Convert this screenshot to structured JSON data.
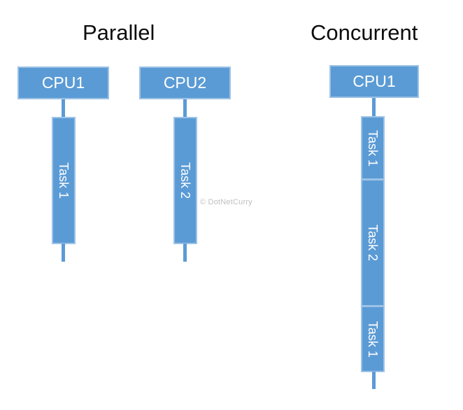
{
  "diagram": {
    "title_parallel": "Parallel",
    "title_concurrent": "Concurrent",
    "colors": {
      "fill": "#5B9BD5",
      "stroke": "#9DC3E6",
      "label": "#FFFFFF",
      "heading": "#0D0D0D",
      "watermark": "#BFBFBF",
      "background": "#FFFFFF"
    },
    "watermark": "© DotNetCurry"
  },
  "parallel": {
    "heading": "Parallel",
    "lanes": [
      {
        "cpu": "CPU1",
        "tasks": [
          {
            "label": "Task 1"
          }
        ]
      },
      {
        "cpu": "CPU2",
        "tasks": [
          {
            "label": "Task 2"
          }
        ]
      }
    ]
  },
  "concurrent": {
    "heading": "Concurrent",
    "lanes": [
      {
        "cpu": "CPU1",
        "tasks": [
          {
            "label": "Task 1"
          },
          {
            "label": "Task 2"
          },
          {
            "label": "Task 1"
          }
        ]
      }
    ]
  }
}
